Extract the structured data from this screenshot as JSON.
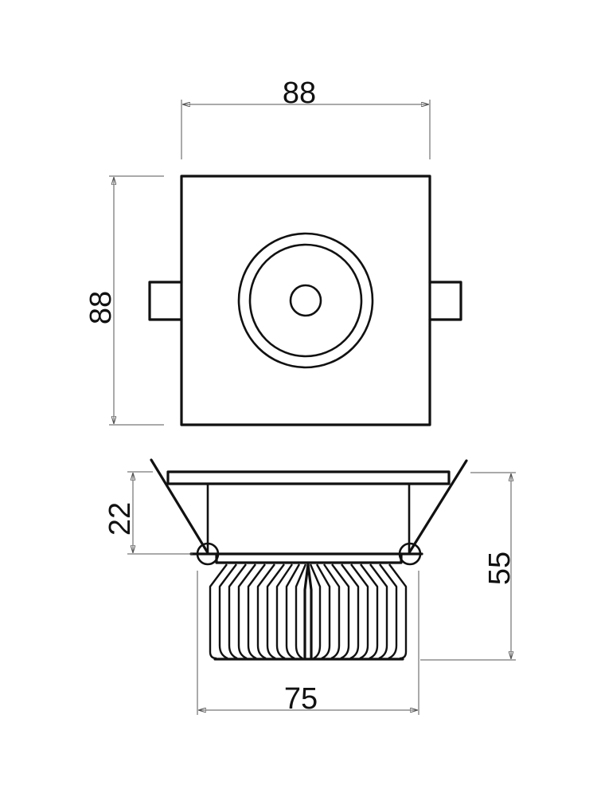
{
  "drawing": {
    "title": "Square recessed LED downlight - technical drawing",
    "units": "mm",
    "line_color": "#111111",
    "dimension_line_color": "#555555",
    "background": "#ffffff"
  },
  "top_view": {
    "width_label": "88",
    "height_label": "88",
    "components": [
      "square-trim",
      "outer-ring",
      "inner-ring",
      "led-lens",
      "left-spring-tab",
      "right-spring-tab"
    ]
  },
  "side_view": {
    "trim_height_label": "22",
    "total_height_label": "55",
    "heatsink_width_label": "75",
    "components": [
      "trim-flange",
      "housing-body",
      "spring-clip-left",
      "spring-clip-right",
      "pivot-left",
      "pivot-right",
      "heatsink-fins"
    ]
  }
}
